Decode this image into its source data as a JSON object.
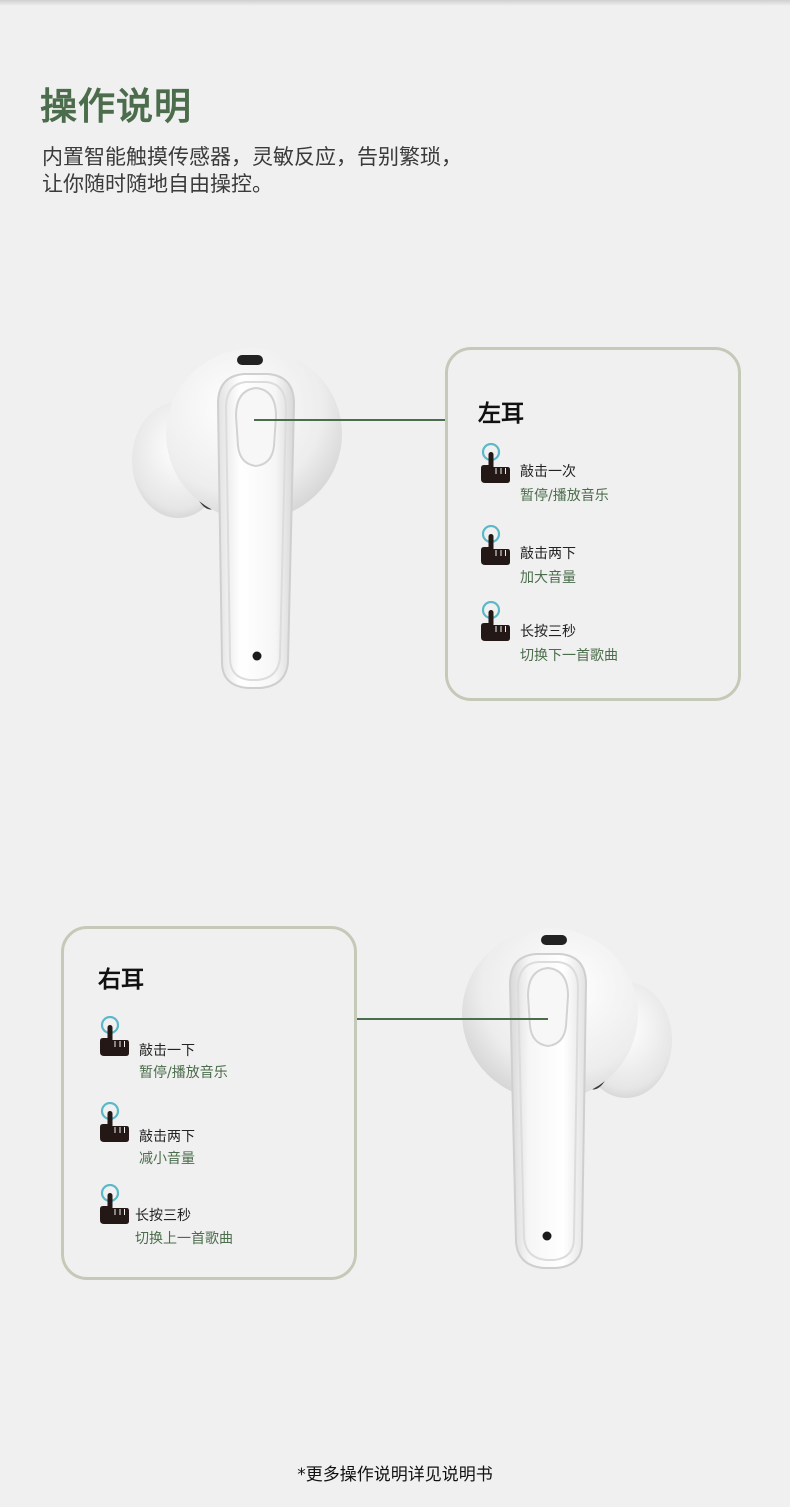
{
  "header": {
    "title": "操作说明",
    "subtitle_line1": "内置智能触摸传感器，灵敏反应，告别繁琐，",
    "subtitle_line2": "让你随时随地自由操控。"
  },
  "left_ear": {
    "title": "左耳",
    "gestures": [
      {
        "action": "敲击一次",
        "result": "暂停/播放音乐"
      },
      {
        "action": "敲击两下",
        "result": "加大音量"
      },
      {
        "action": "长按三秒",
        "result": "切换下一首歌曲"
      }
    ]
  },
  "right_ear": {
    "title": "右耳",
    "gestures": [
      {
        "action": "敲击一下",
        "result": "暂停/播放音乐"
      },
      {
        "action": "敲击两下",
        "result": "减小音量"
      },
      {
        "action": "长按三秒",
        "result": "切换上一首歌曲"
      }
    ]
  },
  "footnote": "*更多操作说明详见说明书",
  "colors": {
    "accent_green": "#4b6d4c",
    "panel_border": "#c5c9b8",
    "touch_ring": "#5ab8c9",
    "hand": "#231815",
    "background": "#f0f0f0"
  },
  "icons": {
    "gesture": "tap-hand-icon",
    "product": "earbud"
  }
}
